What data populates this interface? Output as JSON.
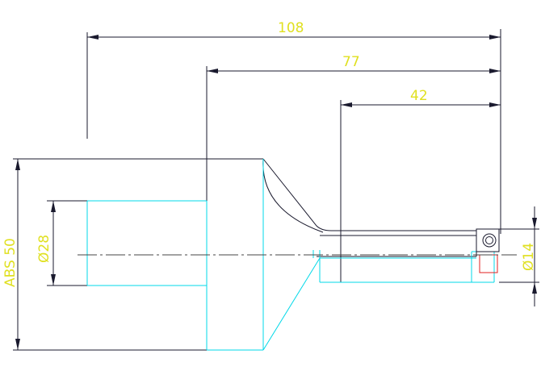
{
  "dimensions": {
    "overall_length": "108",
    "mid_length": "77",
    "tip_length": "42",
    "shank_standard": "ABS 50",
    "bore_diameter": "Ø28",
    "tip_diameter": "Ø14"
  },
  "colors": {
    "dimension_text": "#e0e020",
    "outline": "#1a1a2e",
    "hidden_edges": "#00d8e8",
    "insert": "#e02020"
  }
}
